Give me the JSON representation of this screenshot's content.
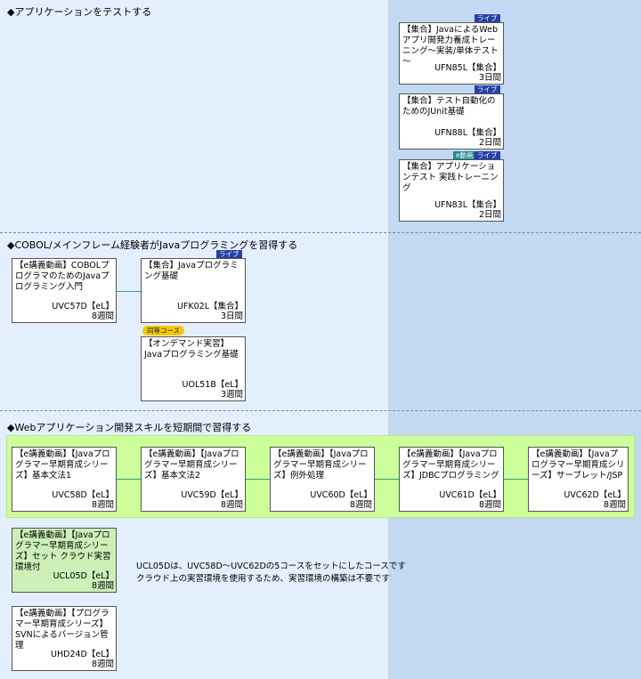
{
  "sections": [
    {
      "title": "◆アプリケーションをテストする"
    },
    {
      "title": "◆COBOL/メインフレーム経験者がJavaプログラミングを習得する"
    },
    {
      "title": "◆Webアプリケーション開発スキルを短期間で習得する"
    }
  ],
  "tags": {
    "live": "ライブ",
    "edoga": "e動画",
    "same": "同等コース"
  },
  "cards": {
    "ufn85l": {
      "title": "【集合】JavaによるWebアプリ開発力養成トレーニング～実装/単体テスト～",
      "code": "UFN85L【集合】",
      "duration": "3日間"
    },
    "ufn88l": {
      "title": "【集合】テスト自動化のためのJUnit基礎",
      "code": "UFN88L【集合】",
      "duration": "2日間"
    },
    "ufn83l": {
      "title": "【集合】アプリケーションテスト 実践トレーニング",
      "code": "UFN83L【集合】",
      "duration": "2日間"
    },
    "uvc57d": {
      "title": "【e講義動画】COBOLプログラマのためのJavaプログラミング入門",
      "code": "UVC57D【eL】",
      "duration": "8週間"
    },
    "ufk02l": {
      "title": "【集合】Javaプログラミング基礎",
      "code": "UFK02L【集合】",
      "duration": "3日間"
    },
    "uol51b": {
      "title": "【オンデマンド実習】Javaプログラミング基礎",
      "code": "UOL51B【eL】",
      "duration": "3週間"
    },
    "uvc58d": {
      "title": "【e講義動画】【Javaプログラマー早期育成シリーズ】基本文法1",
      "code": "UVC58D【eL】",
      "duration": "8週間"
    },
    "uvc59d": {
      "title": "【e講義動画】【Javaプログラマー早期育成シリーズ】基本文法2",
      "code": "UVC59D【eL】",
      "duration": "8週間"
    },
    "uvc60d": {
      "title": "【e講義動画】【Javaプログラマー早期育成シリーズ】例外処理",
      "code": "UVC60D【eL】",
      "duration": "8週間"
    },
    "uvc61d": {
      "title": "【e講義動画】【Javaプログラマー早期育成シリーズ】JDBCプログラミング",
      "code": "UVC61D【eL】",
      "duration": "8週間"
    },
    "uvc62d": {
      "title": "【e講義動画】【Javaプログラマー早期育成シリーズ】サーブレット/JSP",
      "code": "UVC62D【eL】",
      "duration": "8週間"
    },
    "ucl05d": {
      "title": "【e講義動画】【Javaプログラマー早期育成シリーズ】セット クラウド実習環境付",
      "code": "UCL05D【eL】",
      "duration": "8週間"
    },
    "uhd24d": {
      "title": "【e講義動画】【プログラマー早期育成シリーズ】SVNによるバージョン管理",
      "code": "UHD24D【eL】",
      "duration": "8週間"
    }
  },
  "note": {
    "line1": "UCL05Dは、UVC58D～UVC62Dの5コースをセットにしたコースです",
    "line2": "クラウド上の実習環境を使用するため、実習環境の構築は不要です"
  },
  "colors": {
    "left_bg": "#e3effc",
    "right_bg": "#c3d9f1",
    "green_band": "#ccff99",
    "live_tag": "#2540a8",
    "edoga_tag": "#1f8a8f",
    "same_tag": "#f5c800",
    "connector": "#3aa082"
  }
}
